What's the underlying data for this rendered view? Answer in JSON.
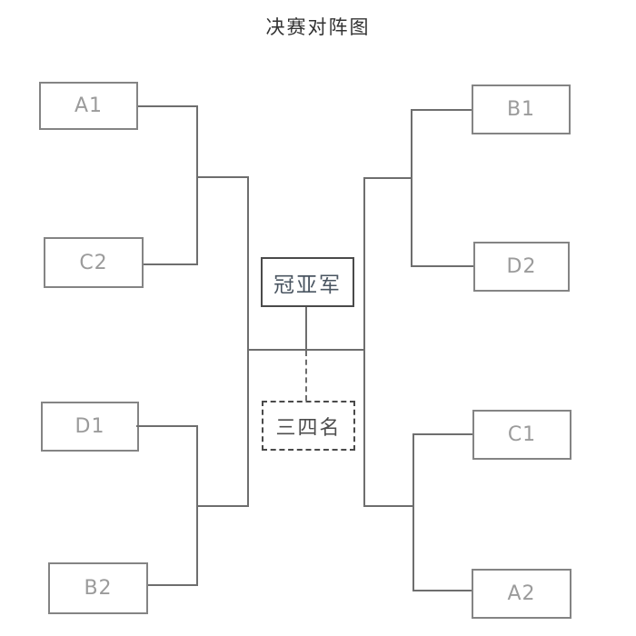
{
  "title": "决赛对阵图",
  "boxes": {
    "a1": "A1",
    "c2": "C2",
    "d1": "D1",
    "b2": "B2",
    "b1": "B1",
    "d2": "D2",
    "c1": "C1",
    "a2": "A2",
    "final": "冠亚军",
    "third": "三四名"
  },
  "colors": {
    "background": "#ffffff",
    "line": "#6e6e6e",
    "player_box_border": "#848484",
    "player_text": "#9b9b9b",
    "final_box_border": "#4a4a4a",
    "final_text": "#4a5561",
    "third_text": "#4d4d4d",
    "title_text": "#333333"
  }
}
